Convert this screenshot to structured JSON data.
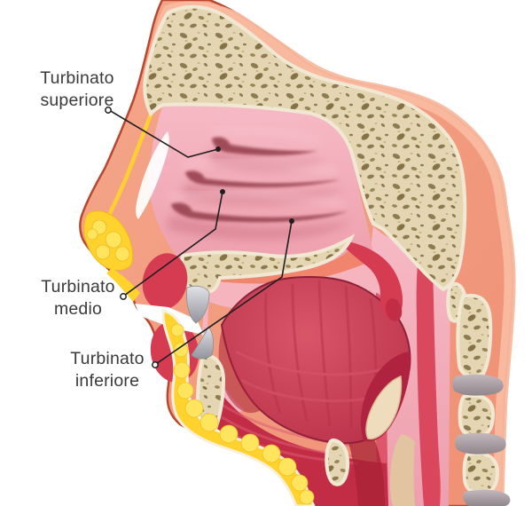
{
  "figure": {
    "background": "#FFFFFF",
    "language": "it",
    "kind": "sagittal-head-nasal-anatomy-illustration"
  },
  "labels": {
    "superior": {
      "line1": "Turbinato",
      "line2": "superiore"
    },
    "middle": {
      "line1": "Turbinato",
      "line2": "medio"
    },
    "inferior": {
      "line1": "Turbinato",
      "line2": "inferiore"
    }
  },
  "palette": {
    "skin": "#F2997D",
    "skin_outline": "#B9472F",
    "skin_inner_light": "#F8BBA0",
    "bone_fill": "#E5D6B3",
    "bone_spots": "#8D7B51",
    "bone_edge_cream": "#F1E8D3",
    "nasal_cavity_pink": "#F2A8B4",
    "turbinate_shadow": "#D98393",
    "turbinate_slit": "#A04B58",
    "muscle_red": "#D23B51",
    "deep_red": "#A82136",
    "tongue_red": "#C84458",
    "fat_yellow": "#FFD22E",
    "fat_highlight": "#FFE55E",
    "teeth_gray": "#C7C8CE",
    "disc_gray": "#A89DA4",
    "epiglottis_cream": "#EFDCBC",
    "label_text": "#3A3A3C",
    "leader_line": "#1F1F1F"
  }
}
